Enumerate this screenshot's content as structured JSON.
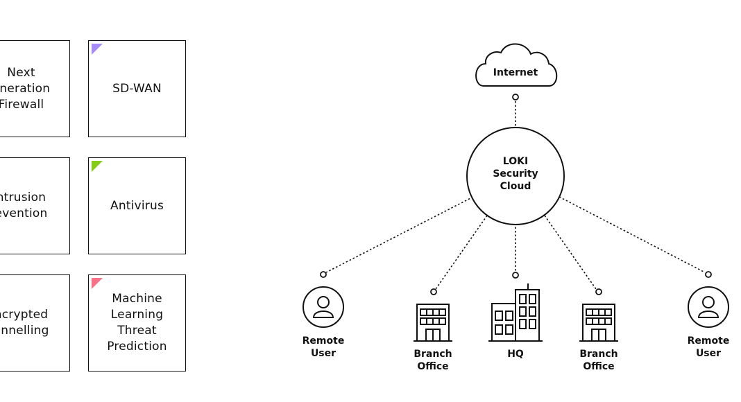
{
  "features": [
    {
      "label": "Next\neneration\nFirewall",
      "accent": ""
    },
    {
      "label": "SD-WAN",
      "accent": "#a78bfa"
    },
    {
      "label": "ntrusion\nevention",
      "accent": ""
    },
    {
      "label": "Antivirus",
      "accent": "#84cc16"
    },
    {
      "label": "ncrypted\nunnelling",
      "accent": ""
    },
    {
      "label": "Machine\nLearning\nThreat\nPrediction",
      "accent": "#fb7185"
    }
  ],
  "network": {
    "internet_label": "Internet",
    "cloud_label": [
      "LOKI",
      "Security",
      "Cloud"
    ],
    "endpoints": [
      {
        "icon": "user-icon",
        "label": [
          "Remote",
          "User"
        ]
      },
      {
        "icon": "building-icon",
        "label": [
          "Branch",
          "Office"
        ]
      },
      {
        "icon": "hq-building-icon",
        "label": [
          "HQ"
        ]
      },
      {
        "icon": "building-icon",
        "label": [
          "Branch",
          "Office"
        ]
      },
      {
        "icon": "user-icon",
        "label": [
          "Remote",
          "User"
        ]
      }
    ]
  }
}
